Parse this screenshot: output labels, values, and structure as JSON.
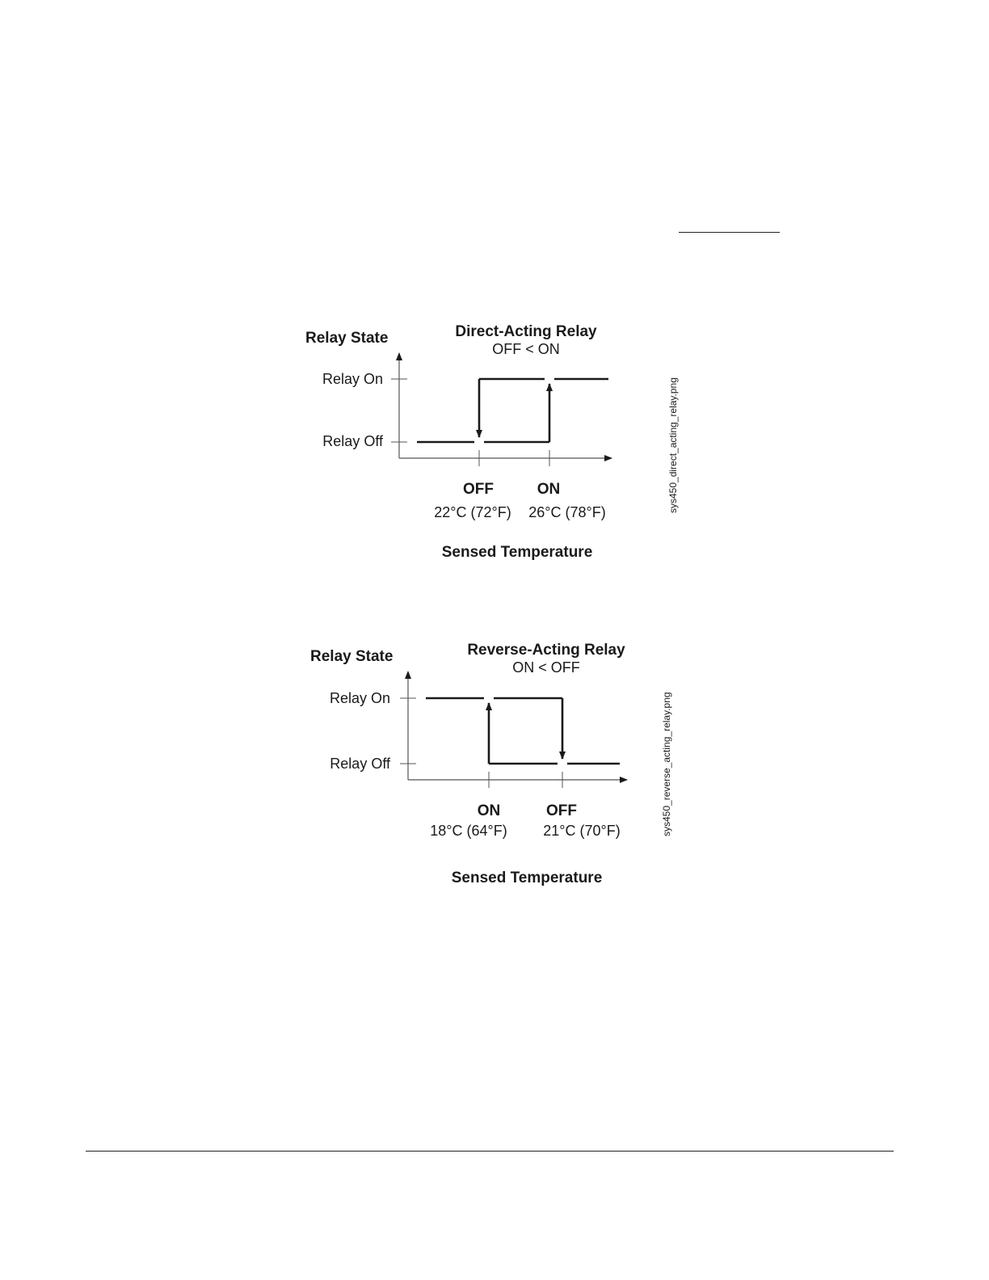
{
  "diagrams": [
    {
      "id": "direct",
      "y_axis_label": "Relay State",
      "title": "Direct-Acting Relay",
      "subtitle": "OFF < ON",
      "state_on": "Relay On",
      "state_off": "Relay Off",
      "threshold_1": {
        "label": "OFF",
        "value": "22°C (72°F)"
      },
      "threshold_2": {
        "label": "ON",
        "value": "26°C (78°F)"
      },
      "x_axis_label": "Sensed Temperature",
      "filename": "sys450_direct_acting_relay.png"
    },
    {
      "id": "reverse",
      "y_axis_label": "Relay State",
      "title": "Reverse-Acting Relay",
      "subtitle": "ON < OFF",
      "state_on": "Relay On",
      "state_off": "Relay Off",
      "threshold_1": {
        "label": "ON",
        "value": "18°C (64°F)"
      },
      "threshold_2": {
        "label": "OFF",
        "value": "21°C (70°F)"
      },
      "x_axis_label": "Sensed Temperature",
      "filename": "sys450_reverse_acting_relay.png"
    }
  ],
  "colors": {
    "line": "#1a1a1a",
    "axis": "#555555"
  }
}
